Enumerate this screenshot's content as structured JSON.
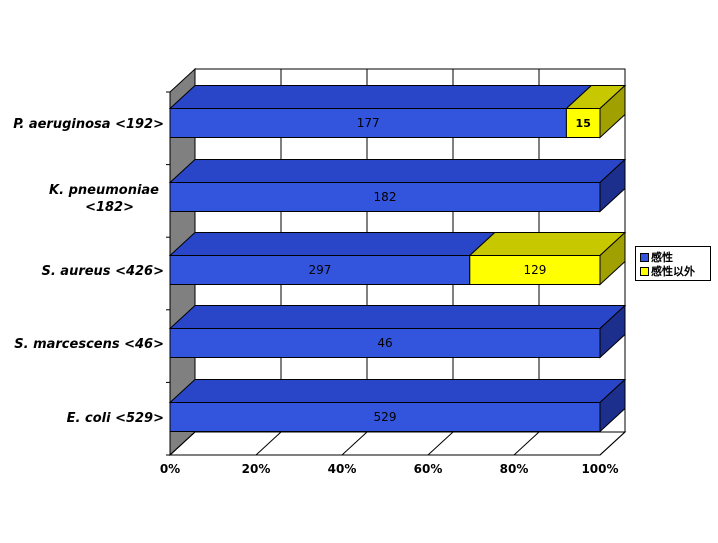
{
  "chart_data": {
    "type": "bar",
    "orientation": "horizontal",
    "stacked": "percent",
    "categories": [
      "P. aeruginosa <192>",
      "K. pneumoniae <182>",
      "S. aureus <426>",
      "S. marcescens <46>",
      "E. coli <529>"
    ],
    "series": [
      {
        "name": "感性",
        "values": [
          177,
          182,
          297,
          46,
          529
        ],
        "color": "#3355dd"
      },
      {
        "name": "感性以外",
        "values": [
          15,
          0,
          129,
          0,
          0
        ],
        "color": "#ffff00"
      }
    ],
    "xaxis_ticks": [
      "0%",
      "20%",
      "40%",
      "60%",
      "80%",
      "100%"
    ],
    "xlim": [
      0,
      100
    ],
    "grid": true,
    "legend_position": "right",
    "three_d": true
  },
  "colors": {
    "series1_front": "#3355dd",
    "series1_top": "#2a46c8",
    "series1_side": "#1d2f8c",
    "series2_front": "#ffff00",
    "series2_top": "#c8c800",
    "series2_side": "#a0a000",
    "wall": "#808080"
  }
}
